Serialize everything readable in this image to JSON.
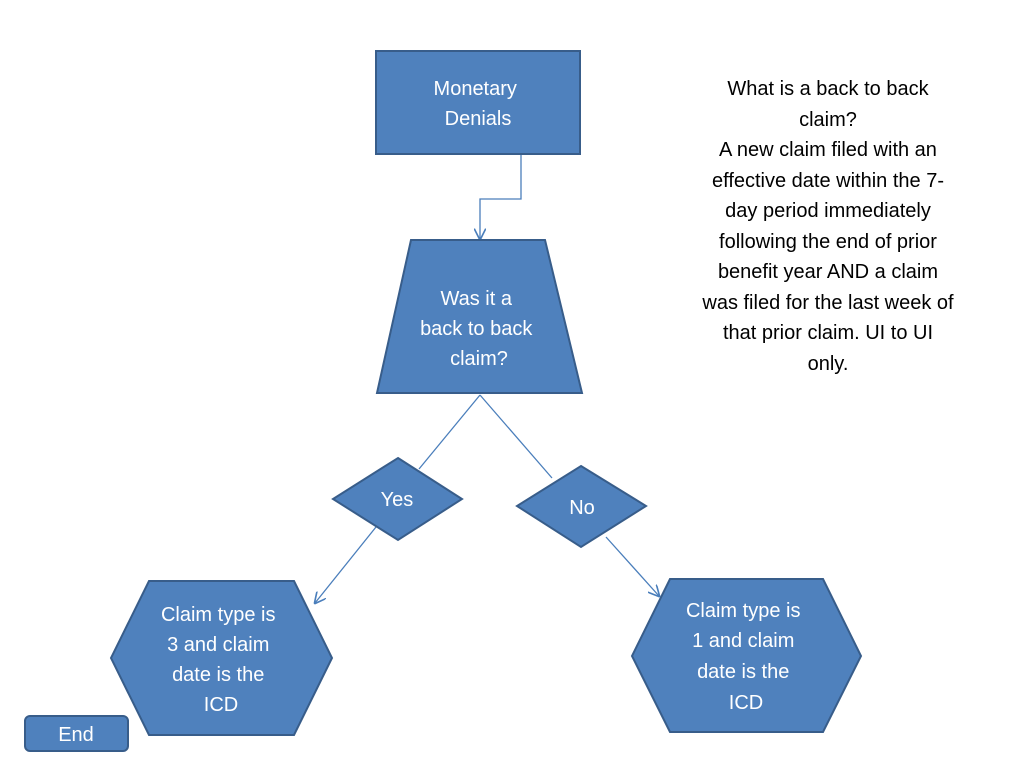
{
  "colors": {
    "shape_fill": "#4f81bd",
    "shape_border": "#385d8a",
    "connector": "#4a7ebb",
    "label_text": "#ffffff",
    "note_text": "#000000"
  },
  "nodes": {
    "monetary_denials": {
      "shape": "rectangle",
      "lines": [
        "Monetary",
        "Denials"
      ]
    },
    "back_to_back_question": {
      "shape": "trapezoid",
      "lines": [
        "Was it a",
        "back to back",
        "claim?"
      ]
    },
    "yes": {
      "shape": "diamond",
      "lines": [
        "Yes"
      ]
    },
    "no": {
      "shape": "diamond",
      "lines": [
        "No"
      ]
    },
    "claim_type_3": {
      "shape": "hexagon",
      "lines": [
        "Claim type is",
        "3 and claim",
        "date is the",
        "ICD"
      ]
    },
    "claim_type_1": {
      "shape": "hexagon",
      "lines": [
        "Claim type is",
        "1 and claim",
        "date is the",
        "ICD"
      ]
    },
    "end": {
      "shape": "rounded-rectangle",
      "lines": [
        "End"
      ]
    }
  },
  "edges": [
    {
      "from": "monetary_denials",
      "to": "back_to_back_question",
      "arrow": true
    },
    {
      "from": "back_to_back_question",
      "to": "yes",
      "arrow": false
    },
    {
      "from": "back_to_back_question",
      "to": "no",
      "arrow": false
    },
    {
      "from": "yes",
      "to": "claim_type_3",
      "arrow": true
    },
    {
      "from": "no",
      "to": "claim_type_1",
      "arrow": true
    }
  ],
  "note": {
    "lines": [
      "What is a back to back",
      "claim?",
      "A new claim filed with an",
      "effective date within the 7-",
      "day period immediately",
      "following the end of prior",
      "benefit year AND a claim",
      "was filed for the last week of",
      "that prior claim. UI to UI",
      "only."
    ]
  }
}
